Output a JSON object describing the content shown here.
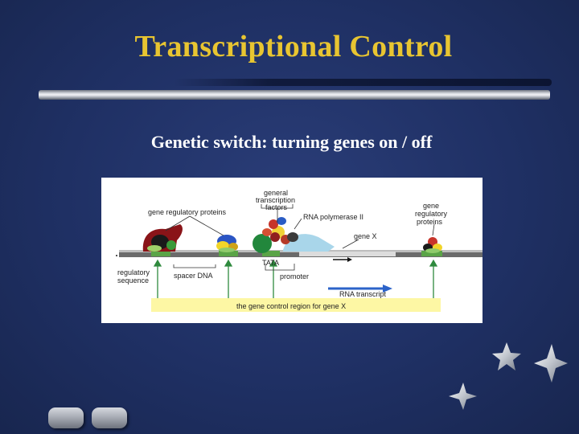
{
  "slide": {
    "title": "Transcriptional Control",
    "subtitle": "Genetic switch: turning genes on / off"
  },
  "figure": {
    "labels": {
      "general_tf": [
        "general",
        "transcription",
        "factors"
      ],
      "gene_reg_proteins_left": "gene regulatory proteins",
      "rna_pol": "RNA polymerase II",
      "gene_reg_proteins_right": [
        "gene",
        "regulatory",
        "proteins"
      ],
      "gene_x": "gene X",
      "tata": "TATA",
      "regulatory_sequence": [
        "regulatory",
        "sequence"
      ],
      "spacer_dna": "spacer DNA",
      "promoter": "promoter",
      "rna_transcript": "RNA transcript",
      "control_region": "the gene control region for gene X"
    }
  },
  "colors": {
    "title": "#e8c531",
    "background": "#1f3064",
    "band": "#fdf7a4",
    "dna": "#6b6b6b",
    "arrow": "#2f8a3e",
    "transcript": "#2c63c9"
  },
  "nav": {
    "prev_icon": "prev-button-icon",
    "next_icon": "next-button-icon"
  }
}
